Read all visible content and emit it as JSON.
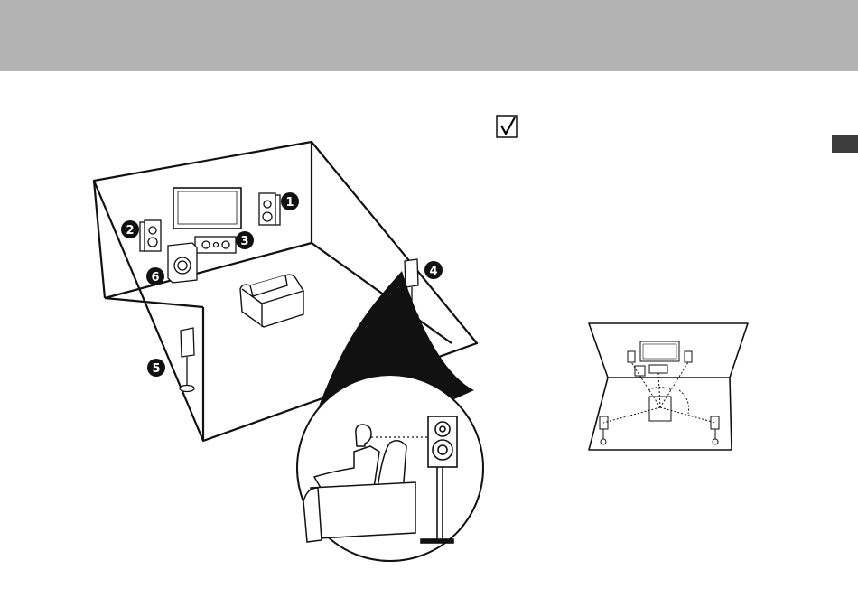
{
  "header": {
    "color": "#b3b3b3"
  },
  "page_tab": {
    "color": "#3c3c3c"
  },
  "checkbox": {
    "icon": "checkbox-checked-icon"
  },
  "speaker_callouts": [
    "1",
    "2",
    "3",
    "4",
    "5",
    "6"
  ],
  "icons": [
    "tv-icon",
    "front-speaker-icon",
    "center-speaker-icon",
    "subwoofer-icon",
    "surround-speaker-icon",
    "sofa-icon",
    "listener-icon"
  ]
}
